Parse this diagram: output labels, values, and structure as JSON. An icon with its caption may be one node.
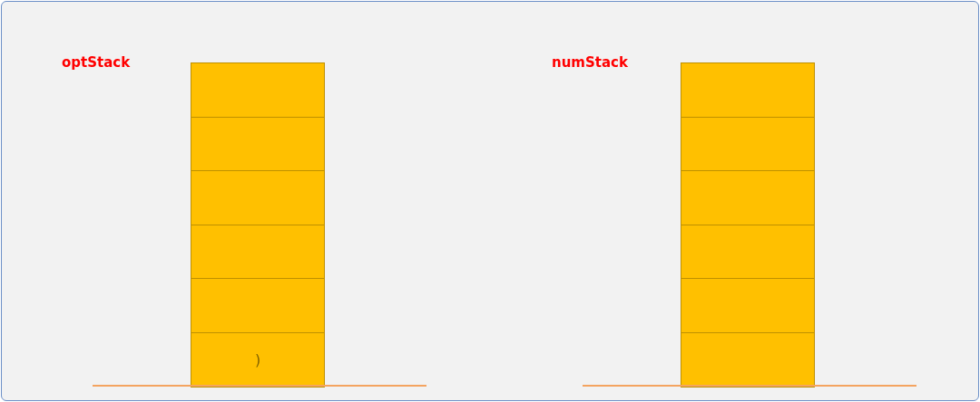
{
  "diagram": {
    "nodes": [
      {
        "text": [],
        "shape": "box"
      },
      {
        "text": [],
        "shape": "box"
      },
      {
        "text": [],
        "shape": "box"
      },
      {
        "text": [],
        "shape": "box"
      },
      {
        "text": [],
        "shape": "box"
      },
      {
        "text": [
          ")"
        ]
      },
      {
        "text": [],
        "shape": "box"
      },
      {
        "text": [],
        "shape": "box"
      },
      {
        "text": [],
        "shape": "box"
      },
      {
        "text": [],
        "shape": "box"
      },
      {
        "text": [],
        "shape": "box"
      },
      {
        "text": [],
        "shape": "box"
      }
    ],
    "labels": [
      "optStack",
      "numStack"
    ]
  }
}
